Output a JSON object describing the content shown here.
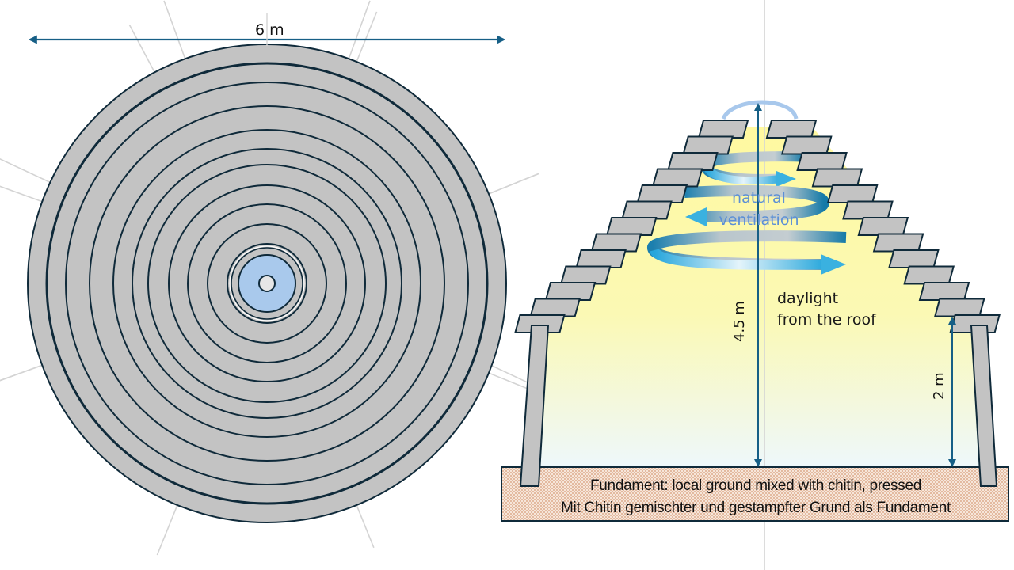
{
  "title": "Round chitin-roofed hut: plan and section",
  "colors": {
    "ring_fill": "#c3c3c3",
    "ring_stroke": "#0f2a3a",
    "dimension_arrow": "#165f86",
    "center_blue": "#a9c9ec",
    "guide_lines": "#d4d4d4",
    "interior_light_top": "#fffa9e",
    "interior_light_bottom": "#eef8fb",
    "ventilation_blue": "#2aa3d8",
    "ventilation_text": "#5b8fd6",
    "foundation_fill": "#f3dccb",
    "foundation_dots": "#d2906a"
  },
  "plan_view": {
    "diameter_label": "6 m",
    "ring_count": 11,
    "center_opening": "skylight",
    "icons": [
      "double-arrow-horizontal",
      "concentric-rings",
      "skylight-disc"
    ]
  },
  "section_view": {
    "height_label": "4.5 m",
    "wall_height_label": "2 m",
    "ventilation_label_line1": "natural",
    "ventilation_label_line2": "ventilation",
    "daylight_line1": "daylight",
    "daylight_line2": "from the roof",
    "foundation_line1": "Fundament: local ground mixed with chitin, pressed",
    "foundation_line2": "Mit Chitin gemischter und gestampfter Grund als Fundament",
    "roof_tiles_per_side": 13
  }
}
